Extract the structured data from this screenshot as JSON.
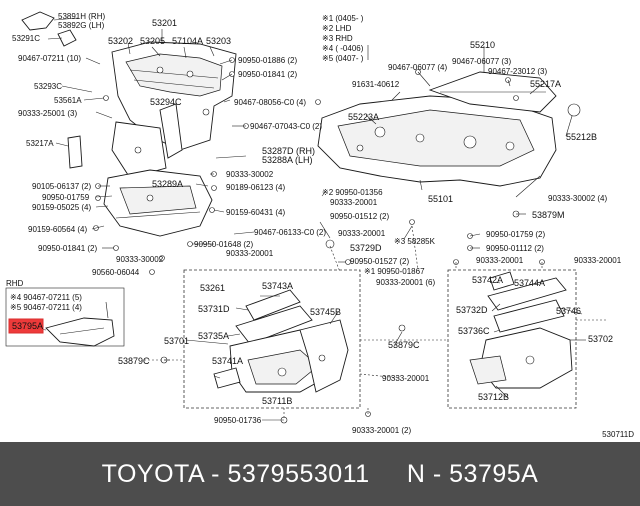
{
  "diagram": {
    "code": "530711D",
    "notes": [
      "※1 (0405-     )",
      "※2 LHD",
      "※3 RHD",
      "※4 (     -0406)",
      "※5 (0407-     )"
    ],
    "rhd_box": {
      "title": "RHD",
      "lines": [
        "※4 90467-07211 (5)",
        "※5 90467-07211 (4)"
      ],
      "part": "53795A"
    },
    "labels": [
      "53891H (RH)",
      "53892G (LH)",
      "53291C",
      "90467-07211 (10)",
      "53293C",
      "53561A",
      "90333-25001 (3)",
      "53217A",
      "90105-06137 (2)",
      "90950-01759",
      "90159-05025 (4)",
      "90159-60564 (4)",
      "90950-01841 (2)",
      "90333-30002",
      "90560-06044",
      "53201",
      "53202",
      "53205",
      "57104A",
      "53203",
      "53294C",
      "90950-01886 (2)",
      "90950-01841 (2)",
      "90467-08056-C0 (4)",
      "90467-07043-C0 (2)",
      "53287D (RH)",
      "53288A (LH)",
      "53289A",
      "90333-30002",
      "90189-06123 (4)",
      "90159-60431 (4)",
      "90467-06133-C0 (2)",
      "90950-01648 (2)",
      "90333-20001",
      "90467-06077 (4)",
      "90467-06077 (3)",
      "90467-23012 (3)",
      "55210",
      "91631-40612",
      "55217A",
      "55223A",
      "55212B",
      "※2 90950-01356",
      "90333-20001",
      "90950-01512 (2)",
      "90333-20001",
      "53729D",
      "55101",
      "90333-30002 (4)",
      "53879M",
      "90950-01759 (2)",
      "※3 58285K",
      "90950-01112 (2)",
      "90950-01527 (2)",
      "※1 90950-01867",
      "90333-20001 (6)",
      "90333-20001",
      "90333-20001",
      "53261",
      "53743A",
      "53731D",
      "53745B",
      "53735A",
      "53701",
      "53741A",
      "53711B",
      "53879C",
      "90950-01736",
      "90333-20001",
      "90333-20001 (2)",
      "53742A",
      "53744A",
      "53732D",
      "53746",
      "53736C",
      "53702",
      "53712B",
      "53879C"
    ]
  },
  "footer": {
    "text": "TOYOTA - 5379553011     N - 53795A"
  }
}
